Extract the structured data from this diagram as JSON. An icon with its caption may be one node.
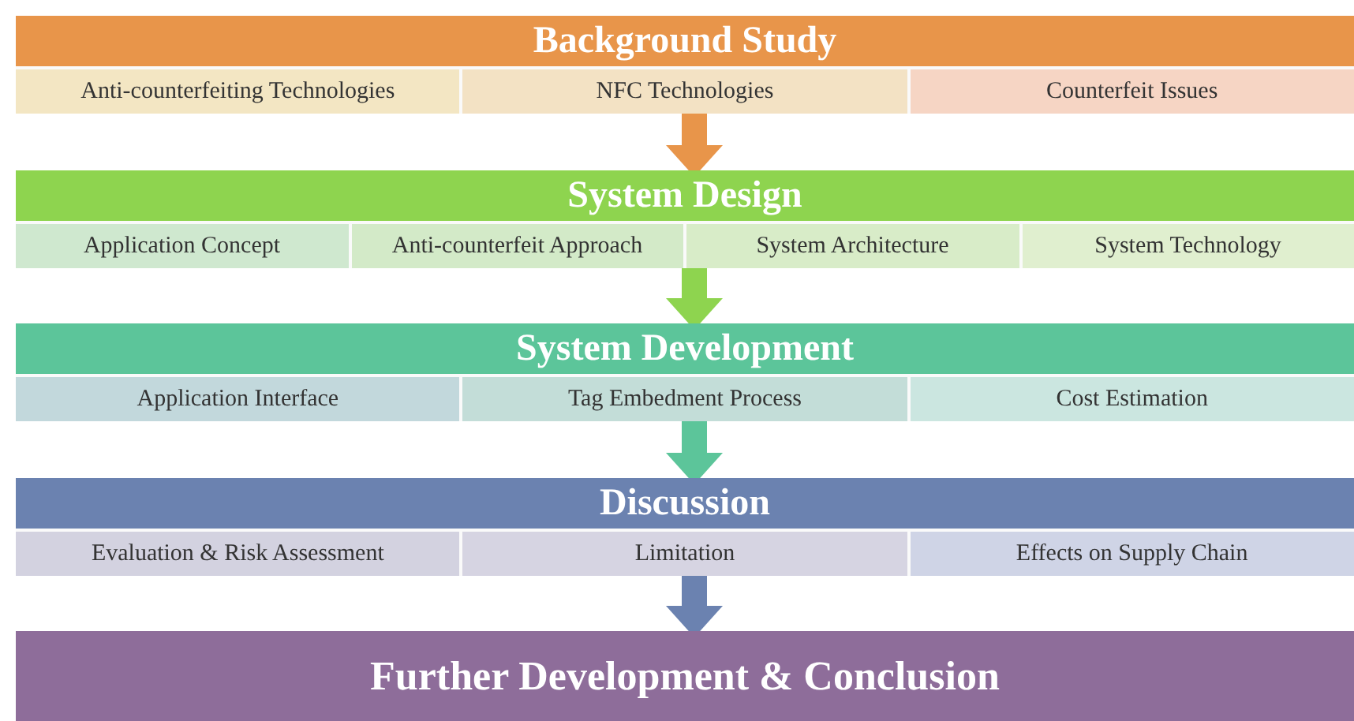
{
  "diagram": {
    "nodes": [
      {
        "text": [
          "Background Study"
        ]
      },
      {
        "text": [
          "Anti-counterfeiting Technologies"
        ],
        "in": 0
      },
      {
        "text": [
          "NFC Technologies"
        ],
        "in": 0
      },
      {
        "text": [
          "Counterfeit Issues"
        ],
        "in": 0
      },
      {
        "text": [
          "System Design"
        ]
      },
      {
        "text": [
          "Application Concept"
        ],
        "in": 4
      },
      {
        "text": [
          "Anti-counterfeit Approach"
        ],
        "in": 4
      },
      {
        "text": [
          "System Architecture"
        ],
        "in": 4
      },
      {
        "text": [
          "System Technology"
        ],
        "in": 4
      },
      {
        "text": [
          "System Development"
        ]
      },
      {
        "text": [
          "Application Interface"
        ],
        "in": 9
      },
      {
        "text": [
          "Tag Embedment Process"
        ],
        "in": 9
      },
      {
        "text": [
          "Cost Estimation"
        ],
        "in": 9
      },
      {
        "text": [
          "Discussion"
        ]
      },
      {
        "text": [
          "Evaluation & Risk Assessment"
        ],
        "in": 13
      },
      {
        "text": [
          "Limitation"
        ],
        "in": 13
      },
      {
        "text": [
          "Effects on Supply Chain"
        ],
        "in": 13
      },
      {
        "text": [
          "Further Development & Conclusion"
        ]
      }
    ],
    "edges": [
      {
        "from": 0,
        "to": 4,
        "arrow": "to",
        "color": "#e8954a"
      },
      {
        "from": 4,
        "to": 9,
        "arrow": "to",
        "color": "#8ed44f"
      },
      {
        "from": 9,
        "to": 13,
        "arrow": "to",
        "color": "#5cc59a"
      },
      {
        "from": 13,
        "to": 17,
        "arrow": "to",
        "color": "#6b82b0"
      }
    ]
  }
}
